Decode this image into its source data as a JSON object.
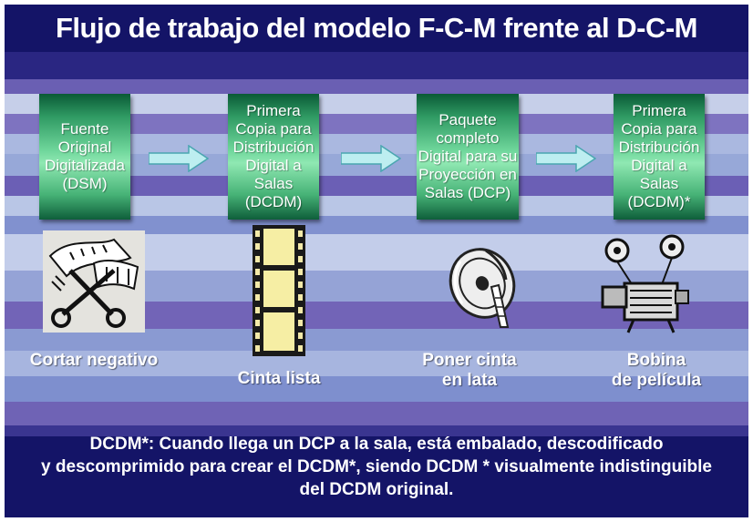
{
  "title": "Flujo de trabajo del modelo F-C-M frente al D-C-M",
  "boxes": [
    {
      "label": "Fuente\nOriginal\nDigitalizada\n(DSM)"
    },
    {
      "label": "Primera\nCopia para\nDistribución\nDigital a Salas\n(DCDM)"
    },
    {
      "label": "Paquete\ncompleto\nDigital para su\nProyección en\nSalas (DCP)"
    },
    {
      "label": "Primera\nCopia para\nDistribución\nDigital a Salas\n(DCDM)*"
    }
  ],
  "steps": [
    {
      "caption": "Cortar negativo",
      "icon": "scissors-film-icon"
    },
    {
      "caption": "Cinta lista",
      "icon": "film-strip-icon"
    },
    {
      "caption": "Poner cinta\nen lata",
      "icon": "film-reel-can-icon"
    },
    {
      "caption": "Bobina\nde película",
      "icon": "film-projector-icon"
    }
  ],
  "footnote": {
    "line1": "DCDM*: Cuando llega un DCP a la sala, está embalado, descodificado",
    "line2": "y descomprimido para crear el DCDM*, siendo DCDM * visualmente indistinguible",
    "line3": "del DCDM original."
  },
  "colors": {
    "background": "#141467",
    "stripe_light": "#b5c3e3",
    "stripe_mid": "#8a9bcf",
    "stripe_purple": "#6f63b5",
    "box_green": "#5cc98a",
    "arrow": "#a8e6e6"
  }
}
